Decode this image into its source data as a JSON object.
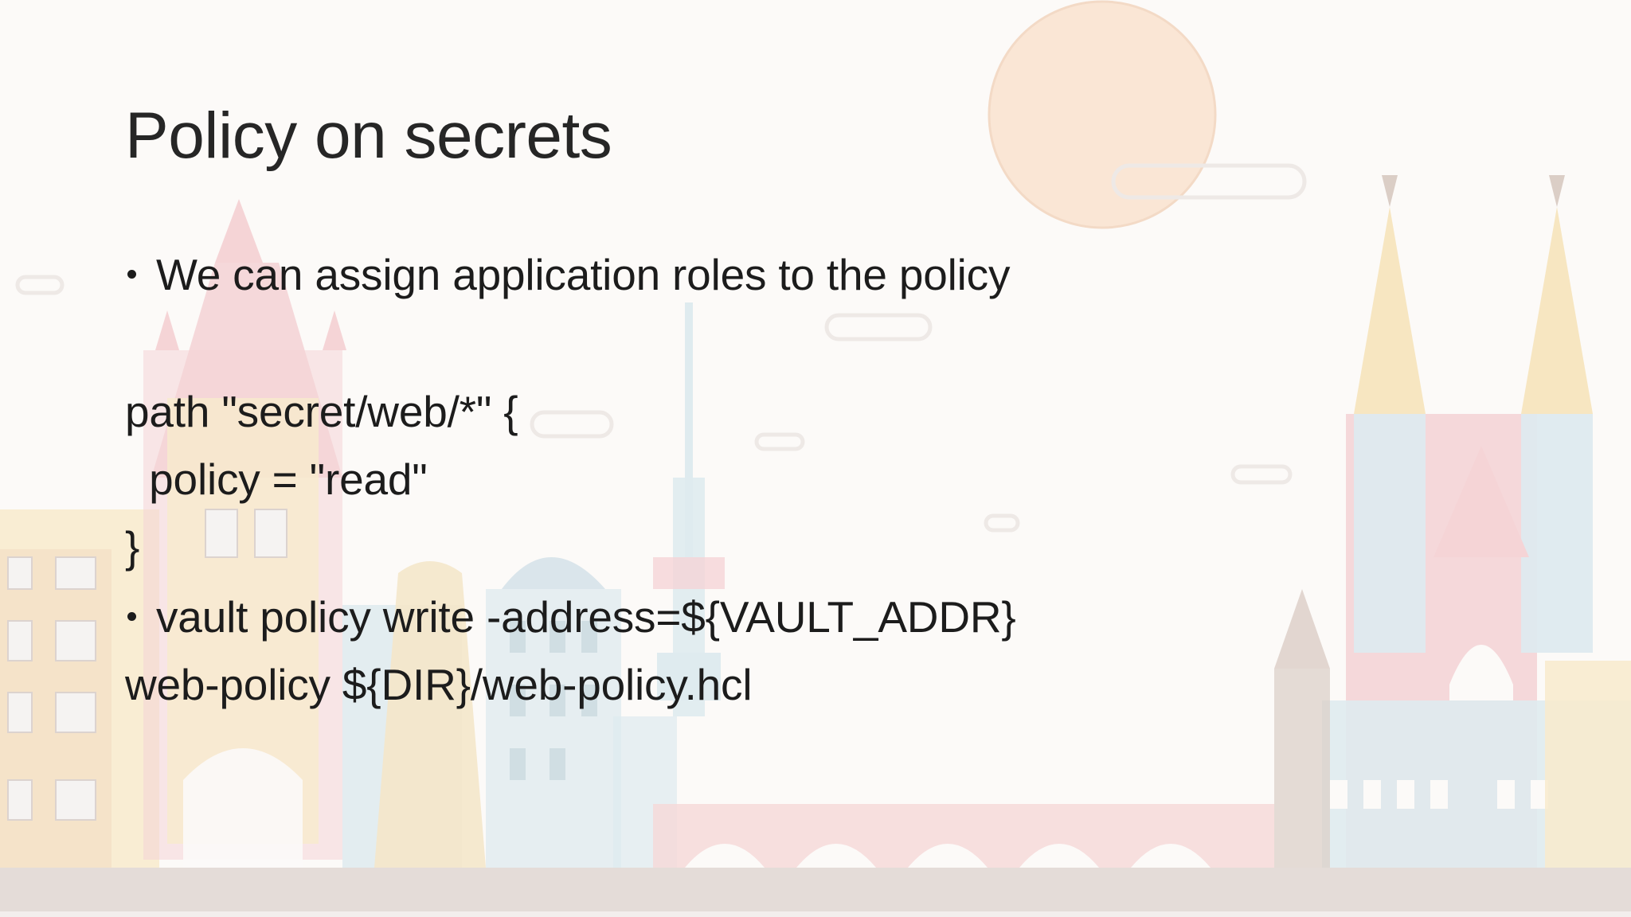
{
  "slide": {
    "title": "Policy on secrets",
    "bullet_1": "We can assign application roles to the policy",
    "code_lines": [
      "path \"secret/web/*\" {",
      "  policy = \"read\"",
      "}"
    ],
    "bullet_2_line_1": "vault policy write -address=${VAULT_ADDR}",
    "bullet_2_line_2": "web-policy ${DIR}/web-policy.hcl"
  },
  "colors": {
    "background": "#fcfaf8",
    "sun": "#f9dcc2",
    "pink": "#f1c1c4",
    "blue": "#cfe3ea",
    "yellow": "#f6e3b5",
    "brown": "#b9aaa3",
    "ground": "#d8ccc7"
  }
}
